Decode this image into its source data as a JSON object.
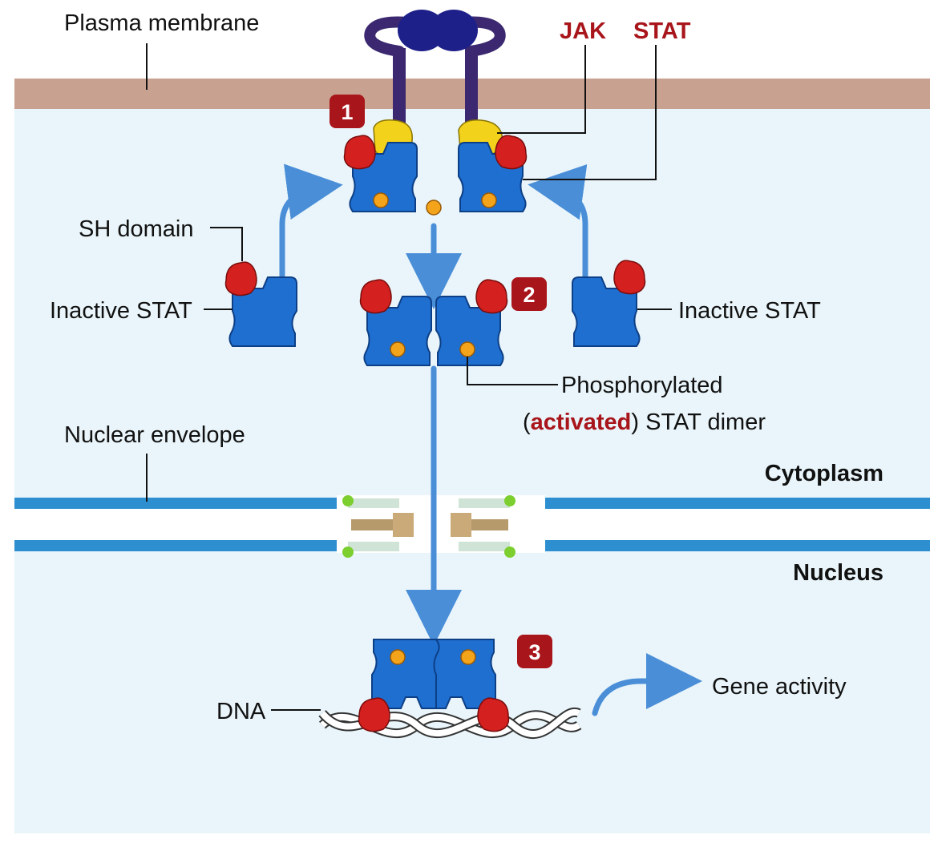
{
  "labels": {
    "plasma_membrane": "Plasma membrane",
    "jak": "JAK",
    "stat": "STAT",
    "sh_domain": "SH domain",
    "inactive_stat_left": "Inactive STAT",
    "inactive_stat_right": "Inactive STAT",
    "phosphorylated": "Phosphorylated",
    "activated_open": "(",
    "activated": "activated",
    "activated_close": ") STAT dimer",
    "nuclear_envelope": "Nuclear envelope",
    "cytoplasm": "Cytoplasm",
    "nucleus": "Nucleus",
    "dna": "DNA",
    "gene_activity": "Gene activity"
  },
  "steps": [
    "1",
    "2",
    "3"
  ],
  "colors": {
    "membrane": "#c9a190",
    "cytoplasm_bg": "#e9f5fa",
    "stat_blue": "#1f6fd0",
    "sh_red": "#d4201f",
    "jak_yellow": "#f2d21b",
    "phosphate": "#f4a41a",
    "receptor_purple": "#3b2870",
    "ligand_navy": "#1d2088",
    "arrow_blue": "#4a8ed8",
    "envelope_blue": "#2d8fd0",
    "step_badge": "#a8151b"
  }
}
